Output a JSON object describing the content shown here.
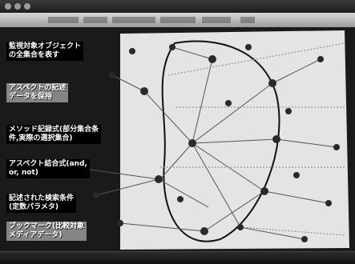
{
  "annotations": [
    "監視対象オブジェクト\nの全集合を表す",
    "アスペクトの記述\nデータを保持",
    "メソッド記録式(部分集合条\n件,実際の選択集合)",
    "アスペクト結合式(and,\nor, not)",
    "記述された検索条件\n(定数パラメタ)",
    "ブックマーク(比較対象\nメディアデータ)"
  ],
  "colors": {
    "node": "#2a2a2a",
    "edge": "#cfcfcf",
    "panel": "#f0f0f0"
  }
}
